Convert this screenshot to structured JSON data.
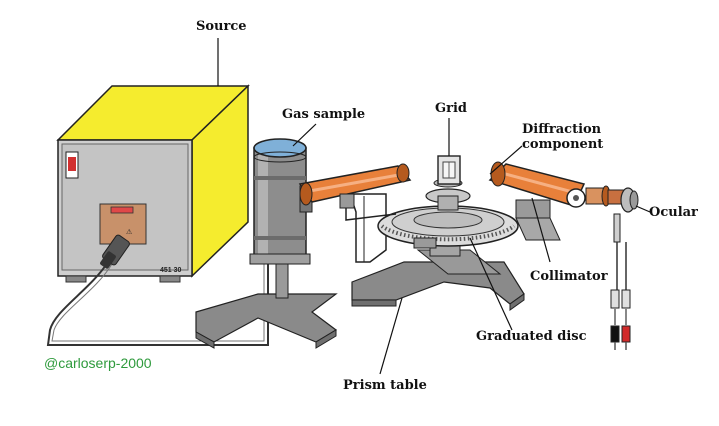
{
  "labels": {
    "source": "Source",
    "gas_sample": "Gas sample",
    "grid": "Grid",
    "diffraction_component": "Diffraction\ncomponent",
    "ocular": "Ocular",
    "collimator": "Collimator",
    "graduated_disc": "Graduated disc",
    "prism_table": "Prism table"
  },
  "watermark": "@carloserp-2000",
  "model_number": "451 30",
  "colors": {
    "yellow": "#f5ec2e",
    "orange": "#e8803a",
    "watermark": "#2e9a3c",
    "panel": "#c9c9c9",
    "tube": "#8d8d8d",
    "cap": "#7fb0d8"
  }
}
